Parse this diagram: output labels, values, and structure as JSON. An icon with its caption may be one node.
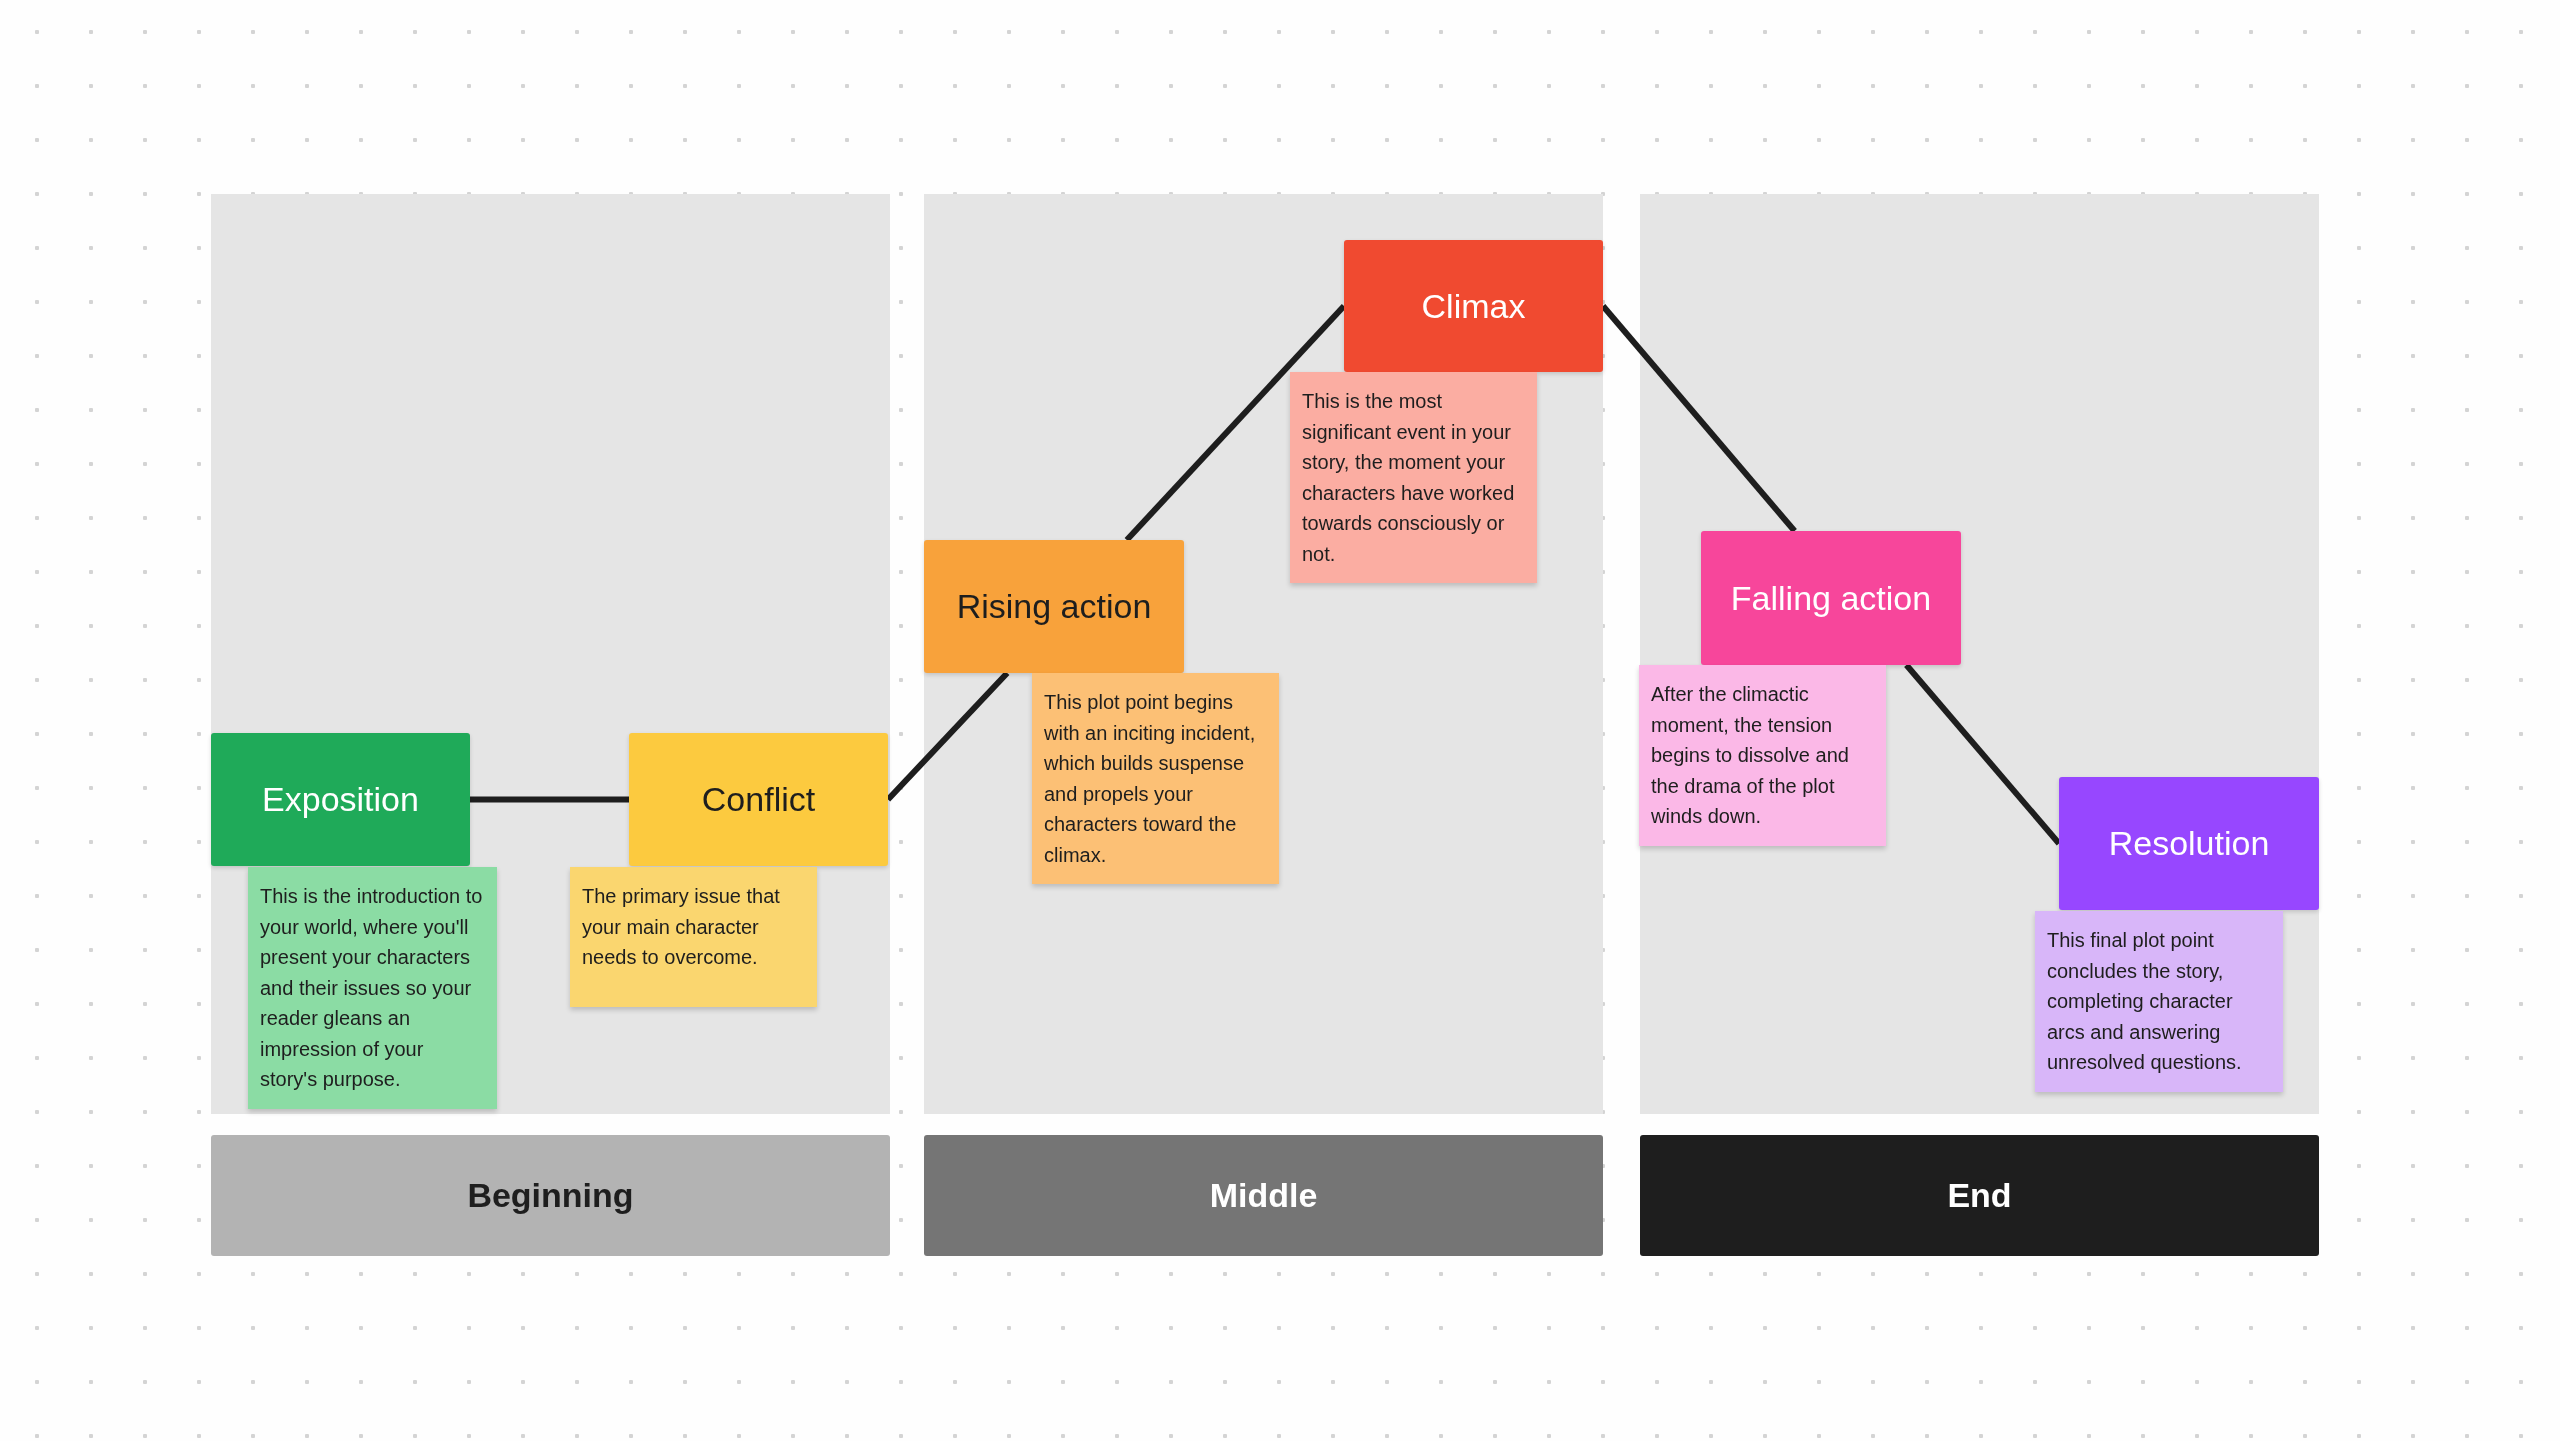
{
  "diagram": {
    "nodes": [
      {
        "text": [
          "Exposition"
        ]
      },
      {
        "text": [
          "This is the introduction to your world, where you'll present your characters and their issues so your reader gleans an impression of your story's purpose."
        ]
      },
      {
        "text": [
          "Conflict"
        ]
      },
      {
        "text": [
          "The primary issue that your main character needs to overcome."
        ]
      },
      {
        "text": [
          "Rising action"
        ]
      },
      {
        "text": [
          "This plot point begins with an inciting incident, which builds suspense and propels your characters toward the climax."
        ]
      },
      {
        "text": [
          "Climax"
        ]
      },
      {
        "text": [
          "This is the most significant event in your story, the moment your characters have worked towards consciously or not."
        ]
      },
      {
        "text": [
          "Falling action"
        ]
      },
      {
        "text": [
          "After the climactic moment, the tension begins to dissolve and the drama of the plot winds down."
        ]
      },
      {
        "text": [
          "Resolution"
        ]
      },
      {
        "text": [
          "This final plot point concludes the story, completing character arcs and answering unresolved questions."
        ]
      },
      {
        "text": [
          "Beginning"
        ]
      },
      {
        "text": [
          "Middle"
        ]
      },
      {
        "text": [
          "End"
        ]
      }
    ],
    "edges": [
      {
        "from": 0,
        "to": 2,
        "arrow": "none"
      },
      {
        "from": 2,
        "to": 4,
        "arrow": "none"
      },
      {
        "from": 4,
        "to": 6,
        "arrow": "none"
      },
      {
        "from": 6,
        "to": 8,
        "arrow": "none"
      },
      {
        "from": 8,
        "to": 10,
        "arrow": "none"
      }
    ]
  }
}
